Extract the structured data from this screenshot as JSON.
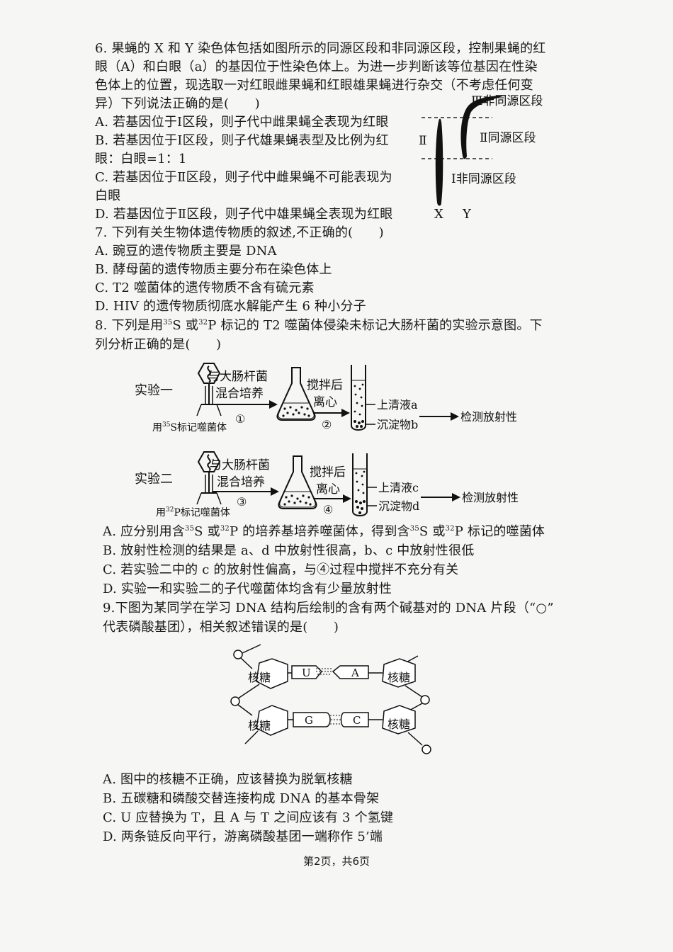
{
  "q6": {
    "stem1": "6. 果蝇的 X 和 Y 染色体包括如图所示的同源区段和非同源区段，控制果蝇的红",
    "stem2": "眼（A）和白眼（a）的基因位于性染色体上。为进一步判断该等位基因在性染",
    "stem3": "色体上的位置，现选取一对红眼雌果蝇和红眼雄果蝇进行杂交（不考虑任何变",
    "stem4": "异）下列说法正确的是(　　)",
    "optA": "A. 若基因位于Ⅰ区段，则子代中雌果蝇全表现为红眼",
    "optB1": "B. 若基因位于Ⅰ区段，则子代雄果蝇表型及比例为红",
    "optB2": "眼：白眼=1：1",
    "optC1": "C. 若基因位于Ⅱ区段，则子代中雌果蝇不可能表现为",
    "optC2": "白眼",
    "optD": "D. 若基因位于Ⅱ区段，则子代中雄果蝇全表现为红眼",
    "figure": {
      "label_III": "Ⅲ非同源区段",
      "label_II_side": "Ⅱ",
      "label_II": "Ⅱ同源区段",
      "label_I": "Ⅰ非同源区段",
      "x": "X",
      "y": "Y"
    }
  },
  "q7": {
    "stem": "7. 下列有关生物体遗传物质的叙述,不正确的(　　)",
    "optA": "A. 豌豆的遗传物质主要是 DNA",
    "optB": "B. 酵母菌的遗传物质主要分布在染色体上",
    "optC": "C. T2 噬菌体的遗传物质不含有硫元素",
    "optD": "D. HIV 的遗传物质彻底水解能产生 6 种小分子"
  },
  "q8": {
    "stem1_a": "8. 下列是用",
    "s35": "35",
    "s_el": "S 或",
    "p32": "32",
    "stem1_b": "P 标记的 T2 噬菌体侵染未标记大肠杆菌的实验示意图。下",
    "stem2": "列分析正确的是(　　)",
    "exp1": {
      "label": "实验一",
      "mix1": "与大肠杆菌",
      "mix2": "混合培养",
      "step1": "①",
      "stir1": "搅拌后",
      "stir2": "离心",
      "step2": "②",
      "super": "上清液a",
      "sed": "沉淀物b",
      "detect": "检测放射性",
      "phage_a": "用",
      "phage_sup": "35",
      "phage_b": "S标记噬菌体"
    },
    "exp2": {
      "label": "实验二",
      "mix1": "与大肠杆菌",
      "mix2": "混合培养",
      "step1": "③",
      "stir1": "搅拌后",
      "stir2": "离心",
      "step2": "④",
      "super": "上清液c",
      "sed": "沉淀物d",
      "detect": "检测放射性",
      "phage_a": "用",
      "phage_sup": "32",
      "phage_b": "P标记噬菌体"
    },
    "optA_a": "A. 应分别用含",
    "optA_b": "S 或",
    "optA_c": "P 的培养基培养噬菌体，得到含",
    "optA_d": "S 或",
    "optA_e": "P 标记的噬菌体",
    "optB": "B. 放射性检测的结果是 a、d 中放射性很高，b、c 中放射性很低",
    "optC": "C. 若实验二中的 c 的放射性偏高，与④过程中搅拌不充分有关",
    "optD": "D. 实验一和实验二的子代噬菌体均含有少量放射性"
  },
  "q9": {
    "stem1": "9.下图为某同学在学习 DNA 结构后绘制的含有两个碱基对的 DNA 片段（“○”",
    "stem2": "代表磷酸基团），相关叙述错误的是(　　)",
    "figure": {
      "sugar": "核糖",
      "b1": "U",
      "b2": "A",
      "b3": "G",
      "b4": "C"
    },
    "optA": "A. 图中的核糖不正确，应该替换为脱氧核糖",
    "optB": "B. 五碳糖和磷酸交替连接构成 DNA 的基本骨架",
    "optC": "C. U 应替换为 T，且 A 与 T 之间应该有 3 个氢键",
    "optD": "D. 两条链反向平行，游离磷酸基团一端称作 5’端"
  },
  "footer": "第2页，共6页"
}
